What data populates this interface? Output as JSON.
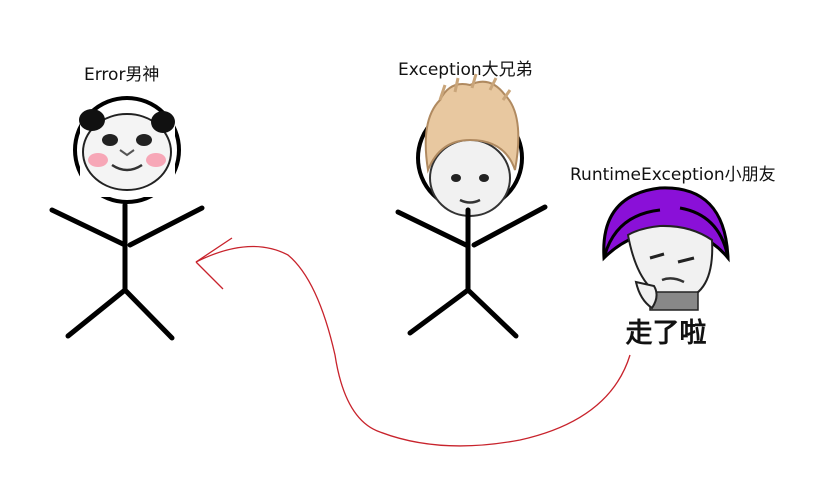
{
  "labels": {
    "error": "Error男神",
    "exception": "Exception大兄弟",
    "runtime": "RuntimeException小朋友",
    "caption": "走了啦"
  },
  "colors": {
    "stroke": "#000000",
    "arrow": "#c8232c",
    "hair_runtime": "#8a10d8",
    "hair_exception": "#e8c8a0",
    "blush": "#f7a7b7",
    "face": "#f1f1f1"
  },
  "icons": {
    "error": "panda-meme-face-icon",
    "exception": "blonde-meme-face-icon",
    "runtime": "purple-hair-meme-face-icon"
  }
}
